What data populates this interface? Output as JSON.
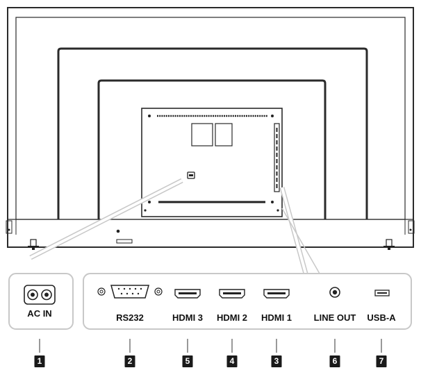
{
  "ports": [
    {
      "id": "ac-in",
      "label": "AC IN",
      "callout": "1"
    },
    {
      "id": "rs232",
      "label": "RS232",
      "callout": "2"
    },
    {
      "id": "hdmi-3",
      "label": "HDMI 3",
      "callout": "5"
    },
    {
      "id": "hdmi-2",
      "label": "HDMI 2",
      "callout": "4"
    },
    {
      "id": "hdmi-1",
      "label": "HDMI 1",
      "callout": "3"
    },
    {
      "id": "line-out",
      "label": "LINE OUT",
      "callout": "6"
    },
    {
      "id": "usb-a",
      "label": "USB-A",
      "callout": "7"
    }
  ],
  "colors": {
    "line": "#2a2a2a",
    "panel_border": "#c8c8c8",
    "badge": "#1a1a1a"
  }
}
